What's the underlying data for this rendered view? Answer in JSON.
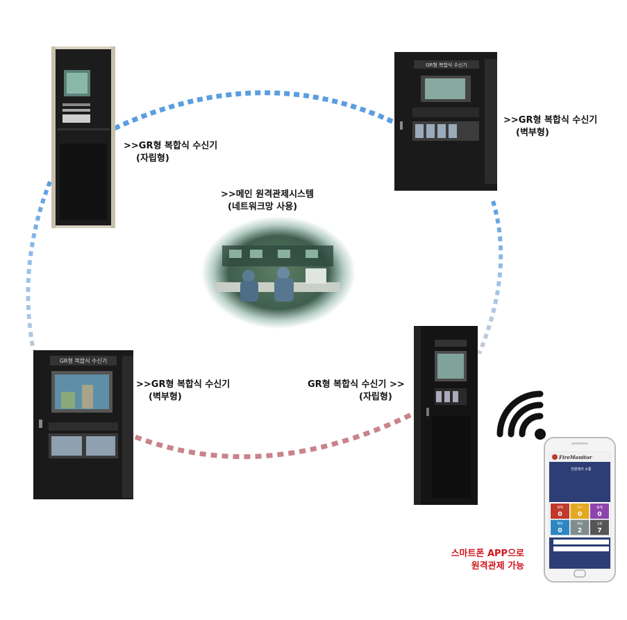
{
  "center": {
    "line1": ">>메인 원격관제시스템",
    "line2": "(네트워크망 사용)"
  },
  "top_left": {
    "line1": ">>GR형 복합식 수신기",
    "line2": "(자립형)"
  },
  "top_right": {
    "line1": ">>GR형 복합식 수신기",
    "line2": "(벽부형)",
    "panel_header": "GR형 복합식 수신기"
  },
  "bottom_left": {
    "line1": ">>GR형 복합식 수신기",
    "line2": "(벽부형)",
    "panel_header": "GR형 복합식 수신기"
  },
  "bottom_right": {
    "line1": "GR형 복합식 수신기 >>",
    "line2": "(자립형)"
  },
  "smartphone": {
    "line1": "스마트폰 APP으로",
    "line2": "원격관제 가능",
    "app_name": "FireMonitor",
    "screen_title": "전원테크 소통",
    "tiles": [
      {
        "label": "화재",
        "value": "0",
        "color": "#c0392b"
      },
      {
        "label": "가스",
        "value": "0",
        "color": "#e2a822"
      },
      {
        "label": "통제",
        "value": "0",
        "color": "#8e44ad"
      },
      {
        "label": "확인",
        "value": "0",
        "color": "#2e86c1"
      },
      {
        "label": "작동",
        "value": "2",
        "color": "#7f8c8d"
      },
      {
        "label": "고장",
        "value": "7",
        "color": "#555555"
      }
    ]
  },
  "colors": {
    "ring_blue": "#5a9ee0",
    "ring_red": "#c9838a",
    "ring_gray": "#b8c3cf",
    "label_red": "#d0141c"
  }
}
